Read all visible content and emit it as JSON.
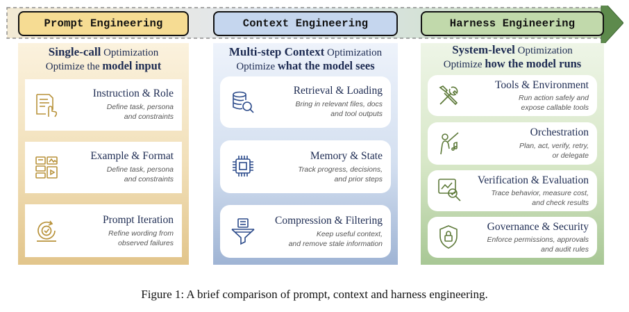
{
  "stages": {
    "prompt": "Prompt Engineering",
    "context": "Context Engineering",
    "harness": "Harness Engineering"
  },
  "columns": {
    "prompt": {
      "head_line1_bold": "Single-call",
      "head_line1_rest": " Optimization",
      "head_line2_rest": "Optimize the ",
      "head_line2_bold": "model input",
      "cards": [
        {
          "title": "Instruction & Role",
          "desc1": "Define task, persona",
          "desc2": "and constraints",
          "icon": "document-hand-icon"
        },
        {
          "title": "Example & Format",
          "desc1": "Define task, persona",
          "desc2": "and constraints",
          "icon": "layout-grid-icon"
        },
        {
          "title": "Prompt Iteration",
          "desc1": "Refine wording from",
          "desc2": "observed failures",
          "icon": "refresh-check-icon"
        }
      ]
    },
    "context": {
      "head_line1_bold": "Multi-step Context",
      "head_line1_rest": " Optimization",
      "head_line2_rest": "Optimize ",
      "head_line2_bold": "what the model sees",
      "cards": [
        {
          "title": "Retrieval & Loading",
          "desc1": "Bring in relevant files, docs",
          "desc2": "and tool outputs",
          "icon": "database-search-icon"
        },
        {
          "title": "Memory & State",
          "desc1": "Track progress, decisions,",
          "desc2": "and prior steps",
          "icon": "chip-icon"
        },
        {
          "title": "Compression & Filtering",
          "desc1": "Keep useful context,",
          "desc2": "and remove stale information",
          "icon": "funnel-icon"
        }
      ]
    },
    "harness": {
      "head_line1_bold": "System-level",
      "head_line1_rest": " Optimization",
      "head_line2_rest": "Optimize ",
      "head_line2_bold": "how the model runs",
      "cards": [
        {
          "title": "Tools & Environment",
          "desc1": "Run action safely and",
          "desc2": "expose callable tools",
          "desc3": "",
          "icon": "tools-icon"
        },
        {
          "title": "Orchestration",
          "desc1": "Plan, act, verify, retry,",
          "desc2": "or delegate",
          "desc3": "",
          "icon": "conductor-icon"
        },
        {
          "title": "Verification & Evaluation",
          "desc1": "Trace behavior, measure cost,",
          "desc2": "and check results",
          "desc3": "",
          "icon": "chart-magnifier-icon"
        },
        {
          "title": "Governance & Security",
          "desc1": "Enforce permissions, approvals",
          "desc2": "and audit rules",
          "desc3": "",
          "icon": "shield-lock-icon"
        }
      ]
    }
  },
  "caption": "Figure 1: A brief comparison of prompt, context and harness engineering.",
  "colors": {
    "prompt_accent": "#f6dc93",
    "context_accent": "#c5d6ee",
    "harness_accent": "#c1d9ab",
    "icon_prompt": "#b8923a",
    "icon_context": "#2b4a8a",
    "icon_harness": "#5e7a3a",
    "text_dark": "#1d2b52"
  }
}
